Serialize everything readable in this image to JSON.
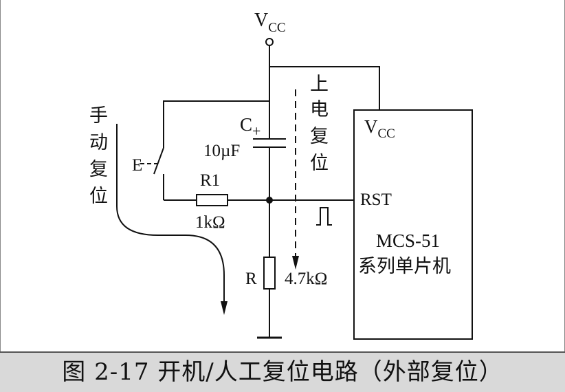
{
  "diagram": {
    "vcc_top": {
      "main": "V",
      "sub": "CC"
    },
    "capacitor": {
      "name": "C",
      "polarity": "+",
      "value": "10µF"
    },
    "r1": {
      "name": "R1",
      "value": "1kΩ"
    },
    "r": {
      "name": "R",
      "value": "4.7kΩ"
    },
    "switch_label": "E",
    "manual_reset": [
      "手",
      "动",
      "复",
      "位"
    ],
    "power_on_reset": [
      "上",
      "电",
      "复",
      "位"
    ],
    "chip": {
      "vcc": {
        "main": "V",
        "sub": "CC"
      },
      "rst": "RST",
      "name": "MCS-51",
      "subtitle": "系列单片机"
    }
  },
  "caption": "图 2-17    开机/人工复位电路（外部复位）",
  "colors": {
    "line": "#111111",
    "caption_bg": "#d9d9d9"
  }
}
